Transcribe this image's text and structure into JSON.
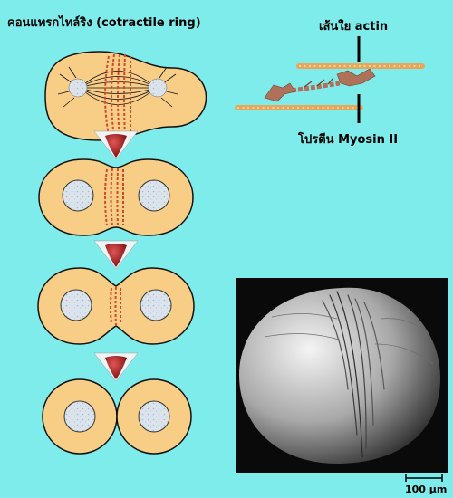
{
  "labels": {
    "contractile_ring": "คอนแทรกไทล์ริง (cotractile ring)",
    "actin": "เส้นใย actin",
    "myosin": "โปรตีน Myosin II",
    "scale_bar": "100 µm"
  },
  "colors": {
    "background": "#7fecec",
    "cell_fill": "#f8cd86",
    "cell_outline": "#111111",
    "nucleus": "#dbe4ec",
    "ring": "#d9472b",
    "arrow": "#a31616",
    "actin": "#e8a65a",
    "myosin": "#b0715a"
  }
}
